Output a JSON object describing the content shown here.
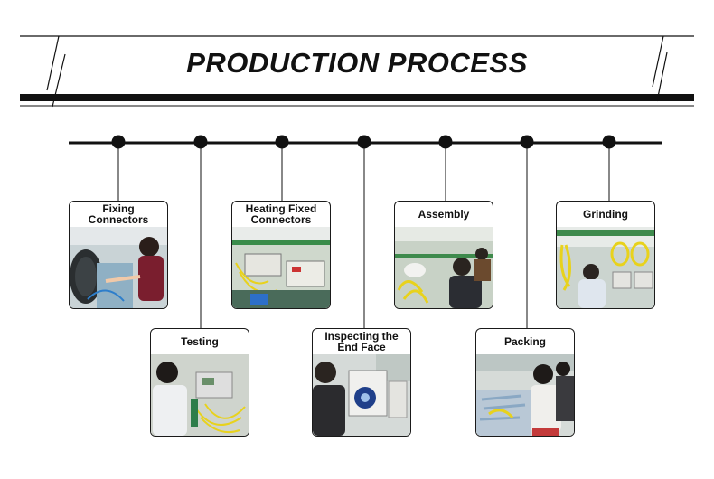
{
  "title": "PRODUCTION PROCESS",
  "steps": [
    {
      "label": "Fixing Connectors",
      "image": "worker-fixing-connectors-photo"
    },
    {
      "label": "Testing",
      "image": "worker-testing-photo"
    },
    {
      "label": "Heating Fixed Connectors",
      "image": "heating-ovens-photo"
    },
    {
      "label": "Inspecting the End Face",
      "image": "inspection-microscope-photo"
    },
    {
      "label": "Assembly",
      "image": "assembly-line-photo"
    },
    {
      "label": "Packing",
      "image": "worker-packing-photo"
    },
    {
      "label": "Grinding",
      "image": "grinding-machines-photo"
    }
  ],
  "colors": {
    "line": "#111111",
    "card_border": "#1a1a1a",
    "cable_yellow": "#e8d21c"
  }
}
